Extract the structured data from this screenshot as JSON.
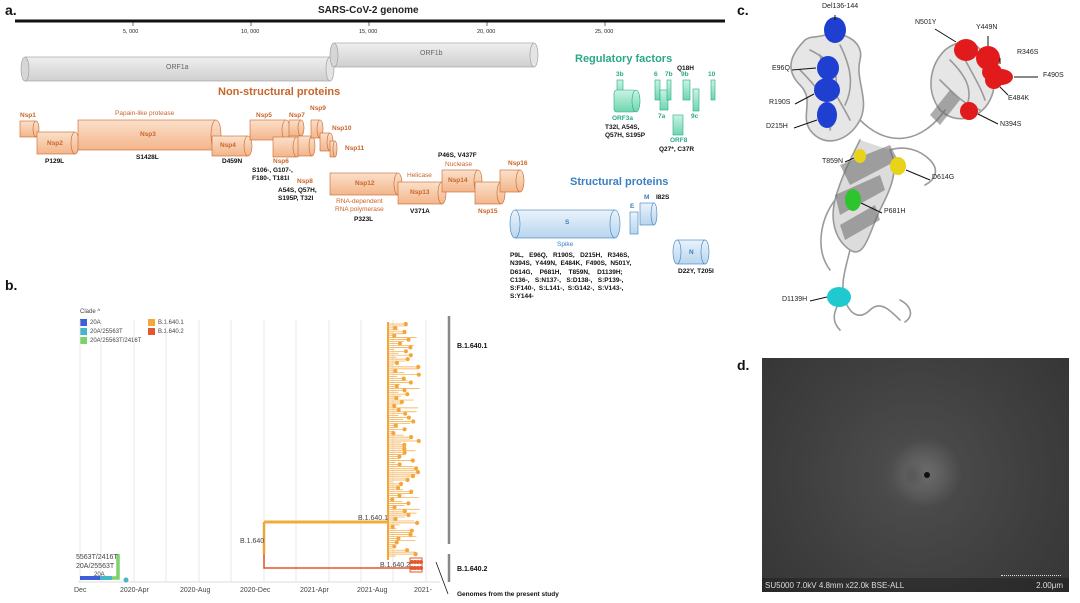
{
  "panels": {
    "a": "a.",
    "b": "b.",
    "c": "c.",
    "d": "d."
  },
  "genome": {
    "title": "SARS-CoV-2 genome",
    "ticks": [
      "5, 000",
      "10, 000",
      "15, 000",
      "20, 000",
      "25, 000"
    ],
    "orf1a": "ORF1a",
    "orf1b": "ORF1b"
  },
  "nsp": {
    "title": "Non-structural proteins",
    "labels": [
      "Nsp1",
      "Nsp2",
      "Nsp3",
      "Nsp4",
      "Nsp5",
      "Nsp6",
      "Nsp7",
      "Nsp8",
      "Nsp9",
      "Nsp10",
      "Nsp11",
      "Nsp12",
      "Nsp13",
      "Nsp14",
      "Nsp15",
      "Nsp16"
    ],
    "papain": "Papain-like protease",
    "helicase": "Helicase",
    "nuclease": "Nuclease",
    "rdrp": "RNA-dependent\nRNA polymerase",
    "mutations": {
      "nsp2": "P129L",
      "nsp3": "S1428L",
      "nsp4": "D459N",
      "nsp6": "S106-, G107-,\nF180-, T181I",
      "nsp8": "A54S, Q57H,\nS195P, T32I",
      "nsp12": "P323L",
      "nsp13": "V371A",
      "nsp14": "P46S, V437F"
    }
  },
  "regulatory": {
    "title": "Regulatory factors",
    "labels": [
      "3b",
      "6",
      "7b",
      "9b",
      "10",
      "ORF3a",
      "7a",
      "9c",
      "ORF8"
    ],
    "q18h": "Q18H",
    "orf3a_mut": "T32I, A54S,\nQ57H, S195P",
    "orf8_mut": "Q27*, C37R"
  },
  "structural": {
    "title": "Structural proteins",
    "s": "S",
    "spike": "Spike",
    "e": "E",
    "m": "M",
    "n": "N",
    "m_mut": "I82S",
    "n_mut": "D22Y, T205I",
    "spike_mut": "P9L,   E96Q,   R190S,   D215H,   R346S,\nN394S,  Y449N,  E484K,  F490S,  N501Y,\nD614G,    P681H,    T859N,    D1139H;\nC136-,   S:N137-,   S:D138-,   S:P139-,\nS:F140-,  S:L141-,  S:G142-,  S:V143-,\nS:Y144-"
  },
  "tree": {
    "legend_title": "Clade ^",
    "legend": [
      {
        "name": "20A",
        "color": "#3f5fd6"
      },
      {
        "name": "20A/25563T",
        "color": "#47b6c8"
      },
      {
        "name": "20A/25563T/2416T",
        "color": "#7ed26a"
      },
      {
        "name": "B.1.640.1",
        "color": "#f4a63a"
      },
      {
        "name": "B.1.640.2",
        "color": "#e4562e"
      }
    ],
    "x_ticks": [
      "Dec",
      "2020-Apr",
      "2020-Aug",
      "2020-Dec",
      "2021-Apr",
      "2021-Aug",
      "2021-"
    ],
    "node_labels": {
      "b1640": "B.1.640",
      "b16401": "B.1.640.1",
      "b16402": "B.1.640.2",
      "root1": "5563T/2416T",
      "root2": "20A/25563T",
      "root3": "20A"
    },
    "bracket_labels": {
      "b1": "B.1.640.1",
      "b2": "B.1.640.2",
      "present": "Genomes from the present study"
    }
  },
  "structure": {
    "mutations": [
      "Del136-144",
      "E96Q",
      "R190S",
      "D215H",
      "N501Y",
      "Y449N",
      "R346S",
      "F490S",
      "E484K",
      "N394S",
      "T859N",
      "D614G",
      "P681H",
      "D1139H"
    ]
  },
  "sem": {
    "caption": "SU5000 7.0kV 4.8mm x22.0k BSE-ALL",
    "scale": "2.00μm"
  },
  "colors": {
    "nsp": "#f6c4a0",
    "nsp_stroke": "#c8652a",
    "orf": "#dedede",
    "reg": "#8fe0c0",
    "struct": "#cfe3f4",
    "rbd_red": "#e11b1b",
    "ntd_blue": "#1e3fd0",
    "yellow": "#e8d21a",
    "green": "#2ec42e",
    "cyan": "#1fc9d0"
  }
}
